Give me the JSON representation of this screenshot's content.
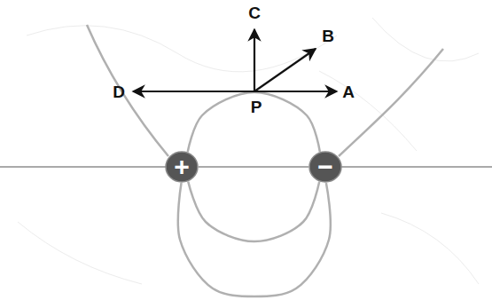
{
  "diagram": {
    "nodes": [
      {
        "text": [
          "+"
        ]
      },
      {
        "text": [
          "−"
        ]
      }
    ],
    "edges": [
      {
        "from": 0,
        "to": 1,
        "arrow": "none"
      },
      {
        "from": 0,
        "to": 1,
        "arrow": "none"
      },
      {
        "from": 0,
        "to": 1,
        "arrow": "none"
      },
      {
        "from": 0,
        "to": 1,
        "arrow": "none"
      }
    ],
    "labels": [
      "C",
      "B",
      "D",
      "P",
      "A"
    ]
  }
}
